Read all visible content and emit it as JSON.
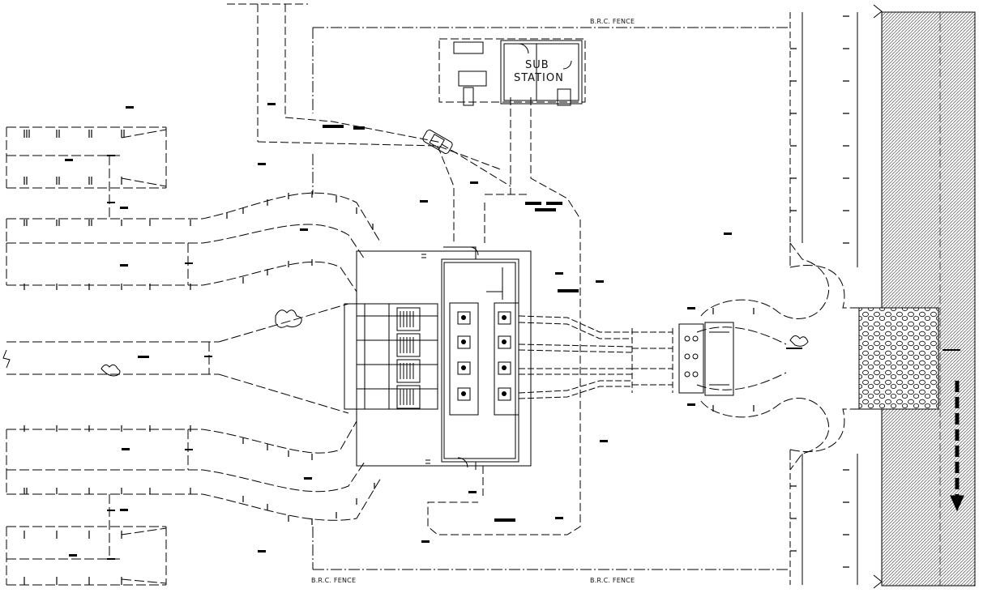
{
  "labels": {
    "fence_top": "B.R.C. FENCE",
    "fence_bottom_left": "B.R.C. FENCE",
    "fence_bottom_right": "B.R.C. FENCE",
    "substation_line1": "SUB",
    "substation_line2": "STATION"
  },
  "icons": {
    "parked_car": "car-icon",
    "trees": "tree-icon",
    "flow_arrow": "arrow-down-icon"
  },
  "colors": {
    "line": "#000000",
    "hatch": "#444444"
  }
}
